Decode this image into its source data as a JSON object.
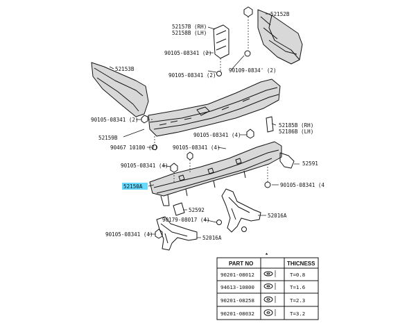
{
  "labels": {
    "p52157b": "52157B (RH)",
    "p52158b": "52158B (LH)",
    "p52152b": "52152B",
    "p52153b": "52153B",
    "b90105_a": "90105-08341 (2)",
    "b90105_b": "90105-08341 (2)",
    "b90109": "90109-0834' (2)",
    "b90105_c": "90105-08341 (2)",
    "p52159b": "52159B",
    "b90467": "90467 10100 (2)",
    "b90105_d": "90105-08341 (4)",
    "p52185b": "52185B (RH)",
    "p52186b": "52186B (LH)",
    "b90105_e": "90105-08341 (4)",
    "b90105_f": "90105-08341 (4)",
    "p52591": "52591",
    "p52150a": "52150A",
    "b90105_g": "90105-08341 (4",
    "p52592": "52592",
    "b90179": "90179-08017 (4)",
    "p52016a_r": "52016A",
    "b90105_h": "90105-08341 (4)",
    "p52016a_l": "52016A"
  },
  "table": {
    "mark": "*",
    "headers": {
      "part_no": "PART NO",
      "thickness": "THICNESS"
    },
    "rows": [
      {
        "part_no": "90201-08012",
        "thickness": "T=0.8"
      },
      {
        "part_no": "94613-10800",
        "thickness": "T=1.6"
      },
      {
        "part_no": "90201-08258",
        "thickness": "T=2.3"
      },
      {
        "part_no": "90201-08032",
        "thickness": "T=3.2"
      }
    ]
  },
  "colors": {
    "highlight": "#66d9ff",
    "line": "#111111"
  }
}
